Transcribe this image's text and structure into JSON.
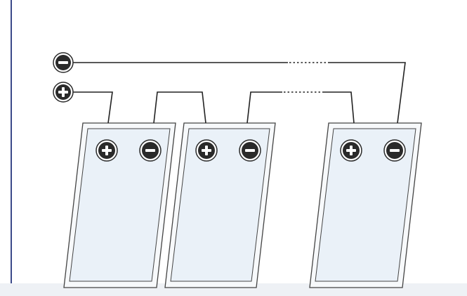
{
  "diagram": {
    "panel_count_visible": 3,
    "connection": "series",
    "gap_indicator": "dotted",
    "terminal_symbols": {
      "positive": "+",
      "negative": "−"
    },
    "colors": {
      "background": "#ffffff",
      "page_border": "#3b4a8a",
      "bottom_band": "#eef1f5",
      "wire": "#222222",
      "panel_frame": "#f7f9fb",
      "panel_frame_stroke": "#444444",
      "panel_glass": "#eaf1f8",
      "terminal_fill": "#2a2a2a",
      "terminal_ring": "#2a2a2a"
    },
    "icons": {
      "main_negative": "negative-terminal-icon",
      "main_positive": "positive-terminal-icon",
      "panel_positive": "positive-terminal-icon",
      "panel_negative": "negative-terminal-icon"
    }
  }
}
